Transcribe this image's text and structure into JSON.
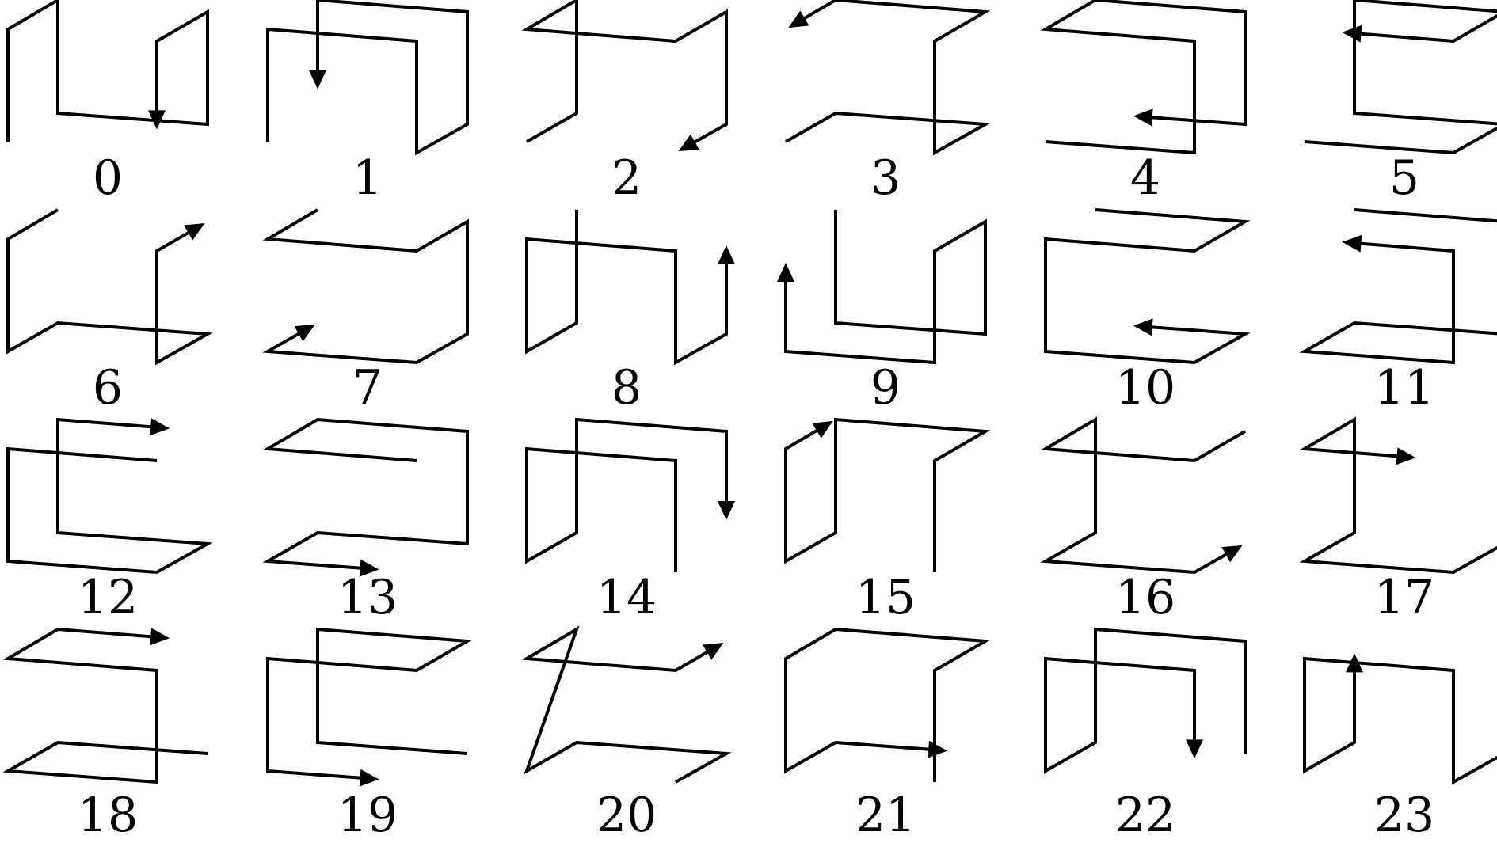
{
  "figure": {
    "labels": [
      "0",
      "1",
      "2",
      "3",
      "4",
      "5",
      "6",
      "7",
      "8",
      "9",
      "10",
      "11",
      "12",
      "13",
      "14",
      "15",
      "16",
      "17",
      "18",
      "19",
      "20",
      "21",
      "22",
      "23"
    ],
    "stroke_color": "#000000",
    "background_color": "#ffffff"
  }
}
